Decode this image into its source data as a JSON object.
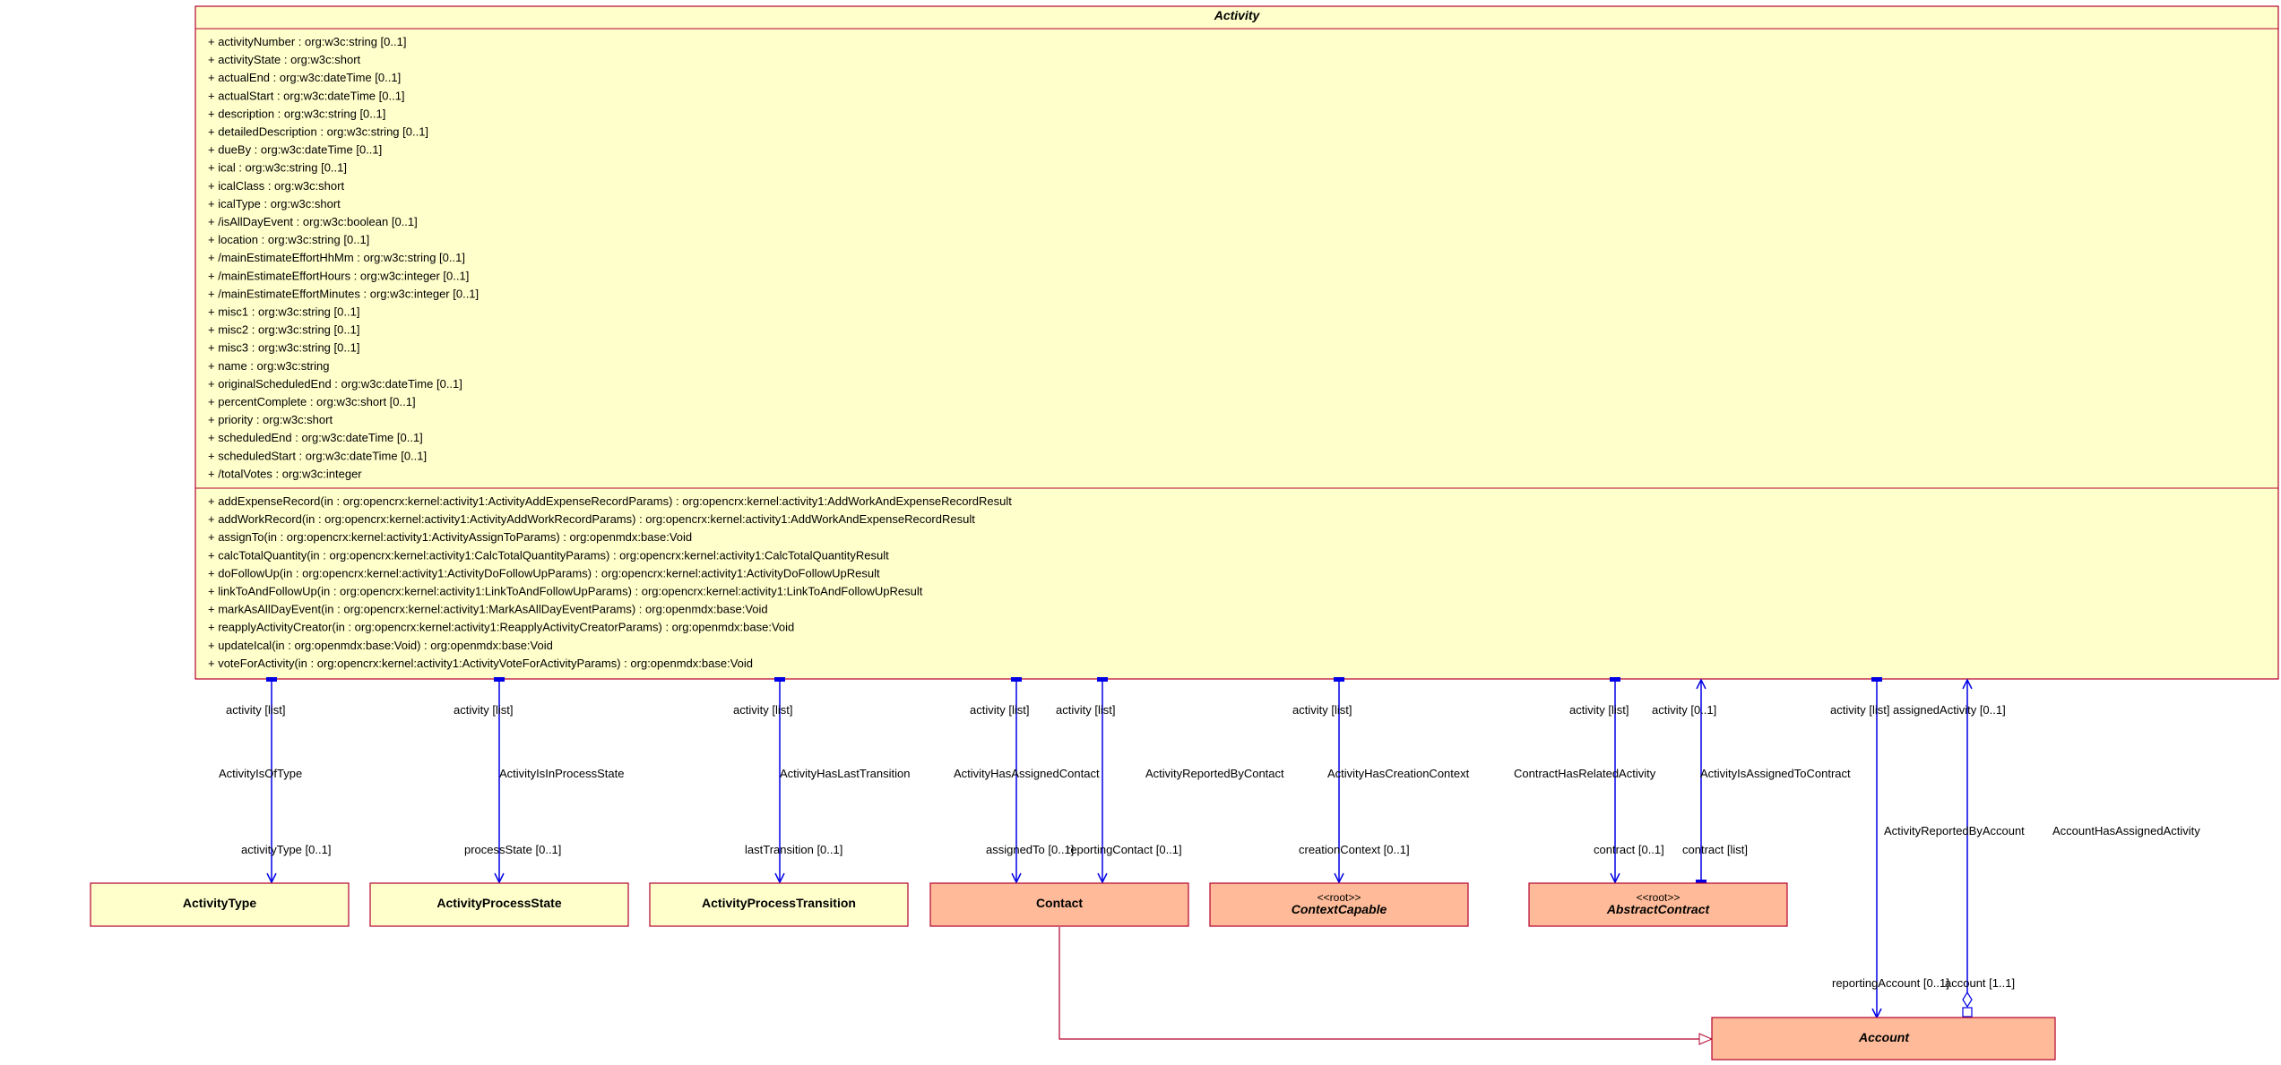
{
  "activity": {
    "title": "Activity",
    "attributes": [
      "+ activityNumber : org:w3c:string [0..1]",
      "+ activityState : org:w3c:short",
      "+ actualEnd : org:w3c:dateTime [0..1]",
      "+ actualStart : org:w3c:dateTime [0..1]",
      "+ description : org:w3c:string [0..1]",
      "+ detailedDescription : org:w3c:string [0..1]",
      "+ dueBy : org:w3c:dateTime [0..1]",
      "+ ical : org:w3c:string [0..1]",
      "+ icalClass : org:w3c:short",
      "+ icalType : org:w3c:short",
      "+ /isAllDayEvent : org:w3c:boolean [0..1]",
      "+ location : org:w3c:string [0..1]",
      "+ /mainEstimateEffortHhMm : org:w3c:string [0..1]",
      "+ /mainEstimateEffortHours : org:w3c:integer [0..1]",
      "+ /mainEstimateEffortMinutes : org:w3c:integer [0..1]",
      "+ misc1 : org:w3c:string [0..1]",
      "+ misc2 : org:w3c:string [0..1]",
      "+ misc3 : org:w3c:string [0..1]",
      "+ name : org:w3c:string",
      "+ originalScheduledEnd : org:w3c:dateTime [0..1]",
      "+ percentComplete : org:w3c:short [0..1]",
      "+ priority : org:w3c:short",
      "+ scheduledEnd : org:w3c:dateTime [0..1]",
      "+ scheduledStart : org:w3c:dateTime [0..1]",
      "+ /totalVotes : org:w3c:integer"
    ],
    "operations": [
      "+ addExpenseRecord(in : org:opencrx:kernel:activity1:ActivityAddExpenseRecordParams) : org:opencrx:kernel:activity1:AddWorkAndExpenseRecordResult",
      "+ addWorkRecord(in : org:opencrx:kernel:activity1:ActivityAddWorkRecordParams) : org:opencrx:kernel:activity1:AddWorkAndExpenseRecordResult",
      "+ assignTo(in : org:opencrx:kernel:activity1:ActivityAssignToParams) : org:openmdx:base:Void",
      "+ calcTotalQuantity(in : org:opencrx:kernel:activity1:CalcTotalQuantityParams) : org:opencrx:kernel:activity1:CalcTotalQuantityResult",
      "+ doFollowUp(in : org:opencrx:kernel:activity1:ActivityDoFollowUpParams) : org:opencrx:kernel:activity1:ActivityDoFollowUpResult",
      "+ linkToAndFollowUp(in : org:opencrx:kernel:activity1:LinkToAndFollowUpParams) : org:opencrx:kernel:activity1:LinkToAndFollowUpResult",
      "+ markAsAllDayEvent(in : org:opencrx:kernel:activity1:MarkAsAllDayEventParams) : org:openmdx:base:Void",
      "+ reapplyActivityCreator(in : org:opencrx:kernel:activity1:ReapplyActivityCreatorParams) : org:openmdx:base:Void",
      "+ updateIcal(in : org:openmdx:base:Void) : org:openmdx:base:Void",
      "+ voteForActivity(in : org:opencrx:kernel:activity1:ActivityVoteForActivityParams) : org:openmdx:base:Void"
    ]
  },
  "classes": {
    "activity_type": {
      "title": "ActivityType",
      "stereotype": ""
    },
    "activity_process_state": {
      "title": "ActivityProcessState",
      "stereotype": ""
    },
    "activity_process_transition": {
      "title": "ActivityProcessTransition",
      "stereotype": ""
    },
    "contact": {
      "title": "Contact",
      "stereotype": ""
    },
    "context_capable": {
      "title": "ContextCapable",
      "stereotype": "<<root>>"
    },
    "abstract_contract": {
      "title": "AbstractContract",
      "stereotype": "<<root>>"
    },
    "account": {
      "title": "Account",
      "stereotype": ""
    }
  },
  "associations": {
    "is_of_type": {
      "name": "ActivityIsOfType",
      "source_role": "activity [list]",
      "target_role": "activityType [0..1]"
    },
    "in_process_state": {
      "name": "ActivityIsInProcessState",
      "source_role": "activity [list]",
      "target_role": "processState [0..1]"
    },
    "last_transition": {
      "name": "ActivityHasLastTransition",
      "source_role": "activity [list]",
      "target_role": "lastTransition [0..1]"
    },
    "assigned_contact": {
      "name": "ActivityHasAssignedContact",
      "source_role": "activity [list]",
      "target_role": "assignedTo [0..1]"
    },
    "reported_by_contact": {
      "name": "ActivityReportedByContact",
      "source_role": "activity [list]",
      "target_role": "reportingContact [0..1]"
    },
    "creation_context": {
      "name": "ActivityHasCreationContext",
      "source_role": "activity [list]",
      "target_role": "creationContext [0..1]"
    },
    "related_activity": {
      "name": "ContractHasRelatedActivity",
      "source_role": "activity [list]",
      "target_role": "contract [0..1]"
    },
    "assigned_to_contract": {
      "name": "ActivityIsAssignedToContract",
      "source_role": "activity [0..1]",
      "target_role": "contract [list]"
    },
    "reported_by_account": {
      "name": "ActivityReportedByAccount",
      "source_role": "activity [list]",
      "target_role": "reportingAccount [0..1]"
    },
    "account_assigned": {
      "name": "AccountHasAssignedActivity",
      "source_role": "assignedActivity [0..1]",
      "target_role": "account [1..1]"
    }
  },
  "colors": {
    "border": "#b3002d",
    "line": "#0000e6",
    "class_fill": "#ffffcc",
    "ext_fill": "#ffbb99"
  }
}
